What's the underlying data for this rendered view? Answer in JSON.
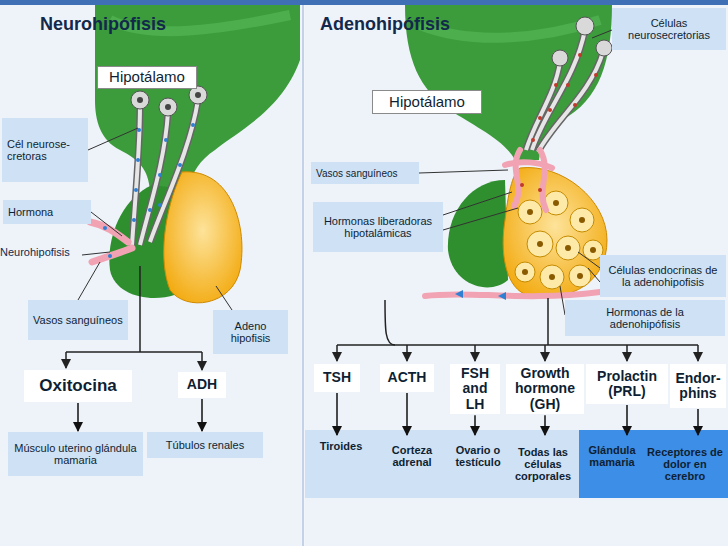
{
  "diagram": {
    "nodes": [
      {
        "text": [
          "Hipotálamo"
        ]
      },
      {
        "text": [
          "Cél neurose- cretoras"
        ]
      },
      {
        "text": [
          "Hormona"
        ]
      },
      {
        "text": [
          "Vasos sanguíneos"
        ]
      },
      {
        "text": [
          "Adeno hipofisis"
        ]
      },
      {
        "text": [
          "Oxitocina"
        ]
      },
      {
        "text": [
          "ADH"
        ]
      },
      {
        "text": [
          "Músculo uterino glándula mamaria"
        ]
      },
      {
        "text": [
          "Túbulos renales"
        ]
      },
      {
        "text": [
          "Células neurosecretorias"
        ]
      },
      {
        "text": [
          "Hipotálamo"
        ]
      },
      {
        "text": [
          "Vasos sanguíneos"
        ]
      },
      {
        "text": [
          "Hormonas liberadoras hipotalámicas"
        ]
      },
      {
        "text": [
          "Células endocrinas de la adenohipofisis"
        ]
      },
      {
        "text": [
          "Hormonas de la adenohipófisis"
        ]
      },
      {
        "text": [
          "TSH"
        ]
      },
      {
        "text": [
          "ACTH"
        ]
      },
      {
        "text": [
          "FSH and LH"
        ]
      },
      {
        "text": [
          "Growth hormone (GH)"
        ]
      },
      {
        "text": [
          "Prolactin (PRL)"
        ]
      },
      {
        "text": [
          "Endor- phins"
        ]
      },
      {
        "text": [
          "Tiroides"
        ]
      },
      {
        "text": [
          "Corteza adrenal"
        ]
      },
      {
        "text": [
          "Ovario o testículo"
        ]
      },
      {
        "text": [
          "Todas las células corporales"
        ]
      },
      {
        "text": [
          "Glándula mamaria"
        ]
      },
      {
        "text": [
          "Receptores de dolor en cerebro"
        ]
      }
    ],
    "edges": [
      {
        "from": 5,
        "to": 7,
        "arrow": "to"
      },
      {
        "from": 6,
        "to": 8,
        "arrow": "to"
      },
      {
        "from": 15,
        "to": 21,
        "arrow": "to"
      },
      {
        "from": 16,
        "to": 22,
        "arrow": "to"
      },
      {
        "from": 17,
        "to": 23,
        "arrow": "to"
      },
      {
        "from": 18,
        "to": 24,
        "arrow": "to"
      },
      {
        "from": 19,
        "to": 25,
        "arrow": "to"
      },
      {
        "from": 20,
        "to": 26,
        "arrow": "to"
      }
    ],
    "labels": [
      "Neurohipófisis",
      "Adenohipófisis",
      "Neurohipofisis"
    ]
  }
}
